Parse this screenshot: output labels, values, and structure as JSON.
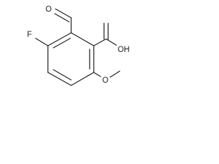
{
  "molecule": {
    "atoms": {
      "aldehyde_oxygen": "O",
      "fluorine": "F",
      "hydroxyl": "OH",
      "methoxy_oxygen": "O"
    }
  }
}
